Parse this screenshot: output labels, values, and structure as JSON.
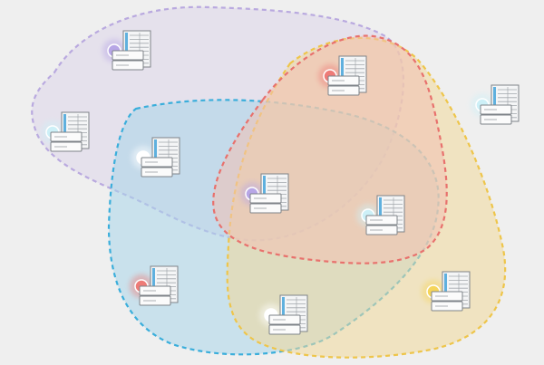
{
  "colors": {
    "background": "#efefef",
    "set_purple": "#b9a9df",
    "set_red": "#e8716d",
    "set_yellow": "#eec54a",
    "set_blue": "#3aaedb",
    "device_body": "#f4f5f6",
    "device_outline": "#7e8388",
    "device_accent": "#5fb0de"
  },
  "regions": [
    {
      "name": "purple-region",
      "fill": "#dcd6ea",
      "stroke": "#b9a9df"
    },
    {
      "name": "blue-region",
      "fill": "#a9d6ea",
      "stroke": "#3aaedb"
    },
    {
      "name": "yellow-region",
      "fill": "#f1d99a",
      "stroke": "#eec54a"
    },
    {
      "name": "red-region",
      "fill": "#f2c1b2",
      "stroke": "#e8716d"
    }
  ],
  "nodes": [
    {
      "name": "server-node-1",
      "icon": "server-rack-icon",
      "status": "purple"
    },
    {
      "name": "server-node-2",
      "icon": "server-rack-icon",
      "status": "red"
    },
    {
      "name": "server-node-3",
      "icon": "server-rack-icon",
      "status": "cyan"
    },
    {
      "name": "server-node-4",
      "icon": "server-rack-icon",
      "status": "cyan"
    },
    {
      "name": "server-node-5",
      "icon": "server-rack-icon",
      "status": "white"
    },
    {
      "name": "server-node-6",
      "icon": "server-rack-icon",
      "status": "purple"
    },
    {
      "name": "server-node-7",
      "icon": "server-rack-icon",
      "status": "cyan"
    },
    {
      "name": "server-node-8",
      "icon": "server-rack-icon",
      "status": "red"
    },
    {
      "name": "server-node-9",
      "icon": "server-rack-icon",
      "status": "white"
    },
    {
      "name": "server-node-10",
      "icon": "server-rack-icon",
      "status": "yellow"
    }
  ],
  "status_colors": {
    "purple": "#b7a6e6",
    "red": "#ee7b77",
    "cyan": "#cdf0f7",
    "white": "#ffffff",
    "yellow": "#f5d55a"
  }
}
